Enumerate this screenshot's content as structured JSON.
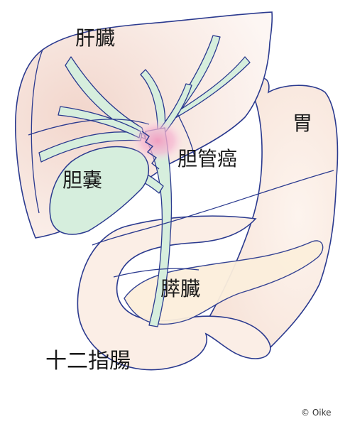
{
  "labels": {
    "liver": "肝臓",
    "stomach": "胃",
    "gallbladder": "胆嚢",
    "cancer": "胆管癌",
    "pancreas": "膵臓",
    "duodenum": "十二指腸"
  },
  "credit": "© Oike",
  "colors": {
    "outline": "#2b3a8f",
    "bile_duct_fill": "#d6eedd",
    "liver_fill": "#f7e6df",
    "stomach_fill": "#fbeee6",
    "pancreas_fill": "#fcefdc",
    "tumor": "#f4a9c9"
  }
}
